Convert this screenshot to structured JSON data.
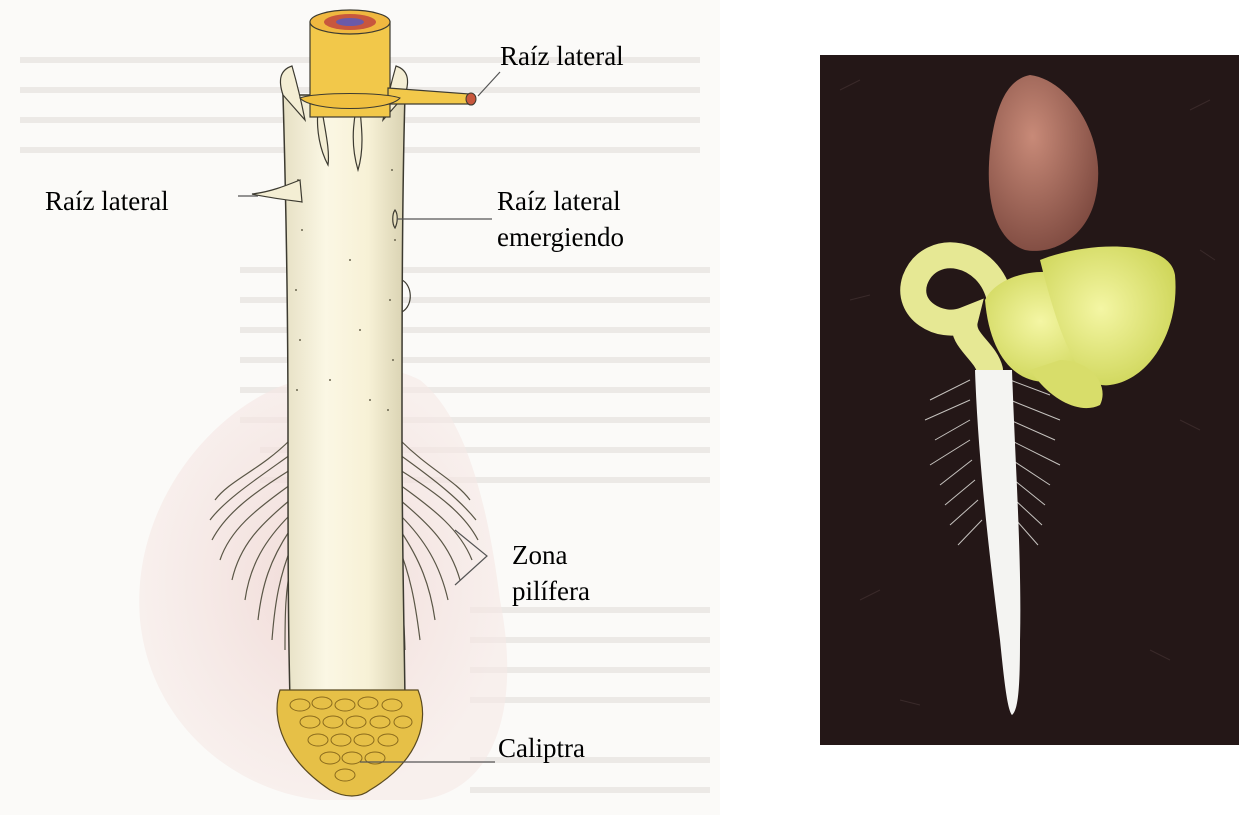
{
  "labels": {
    "lateral_root_top": "Raíz lateral",
    "lateral_root_left": "Raíz lateral",
    "emerging_root_line1": "Raíz lateral",
    "emerging_root_line2": "emergiendo",
    "hair_zone_line1": "Zona",
    "hair_zone_line2": "pilífera",
    "root_cap": "Caliptra"
  },
  "colors": {
    "root_body": "#fbf6df",
    "root_outline": "#3c3a30",
    "vascular_cylinder": "#f2c84a",
    "root_cap": "#e6c047",
    "background_page_tint": "#f3e3df",
    "photo_background": "#241717",
    "cotyledon": "#e8ec8a",
    "seed_coat": "#b07466",
    "seedling_root": "#f4f4f2",
    "leader_line": "#555555"
  }
}
